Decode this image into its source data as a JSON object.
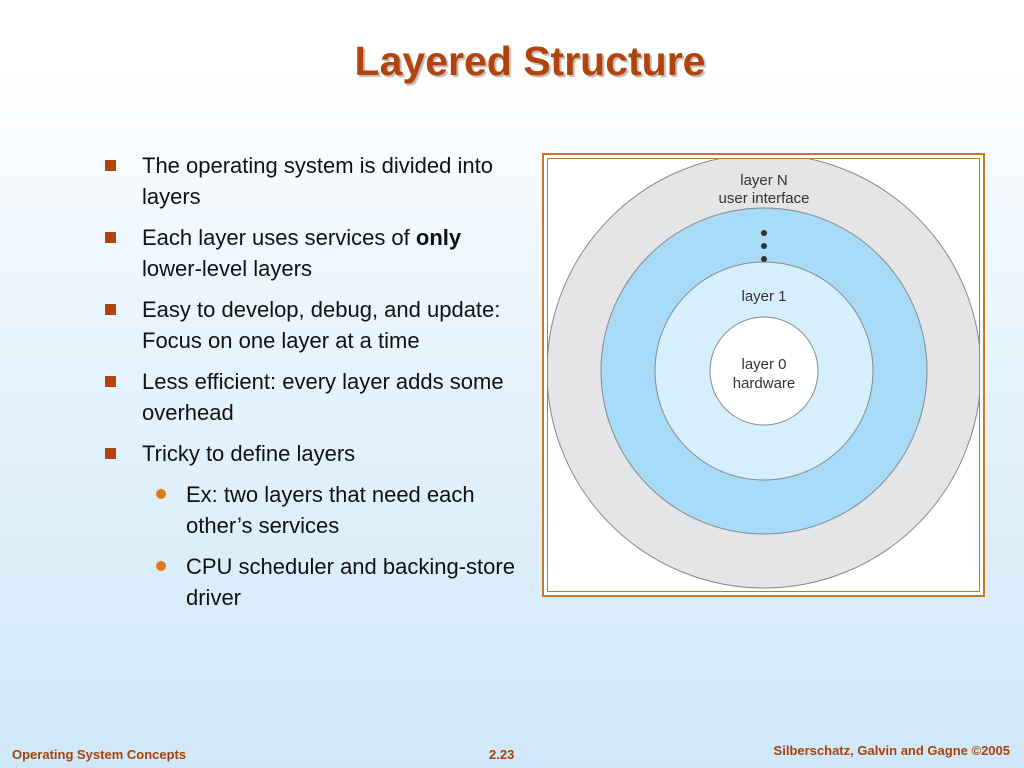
{
  "slide": {
    "title": "Layered Structure",
    "bullets": [
      {
        "text": "The operating system is divided into  layers"
      },
      {
        "pre": "Each layer uses services of ",
        "bold": "only",
        "post": " lower-level layers"
      },
      {
        "text": "Easy to develop, debug, and update: Focus on one layer at a time"
      },
      {
        "text": "Less efficient: every layer adds some overhead"
      },
      {
        "text": "Tricky to define layers"
      }
    ],
    "sub_bullets": [
      {
        "text": "Ex: two layers that need each other’s services"
      },
      {
        "text": "CPU scheduler and backing-store driver"
      }
    ]
  },
  "diagram": {
    "layer_n_line1": "layer N",
    "layer_n_line2": "user interface",
    "layer_1": "layer 1",
    "layer_0_line1": "layer 0",
    "layer_0_line2": "hardware",
    "colors": {
      "outer_ring": "#e4e5e7",
      "middle_ring": "#a8dbf7",
      "inner_ring": "#d6effc",
      "core": "#ffffff",
      "frame": "#c47a2a"
    }
  },
  "footer": {
    "left": "Operating System Concepts",
    "center": "2.23",
    "right": "Silberschatz, Galvin and Gagne ©2005"
  },
  "colors": {
    "title": "#b0430e",
    "bullet_marker": "#b0430e",
    "sub_bullet_dot": "#e17a14",
    "footer_text": "#a8420c"
  }
}
